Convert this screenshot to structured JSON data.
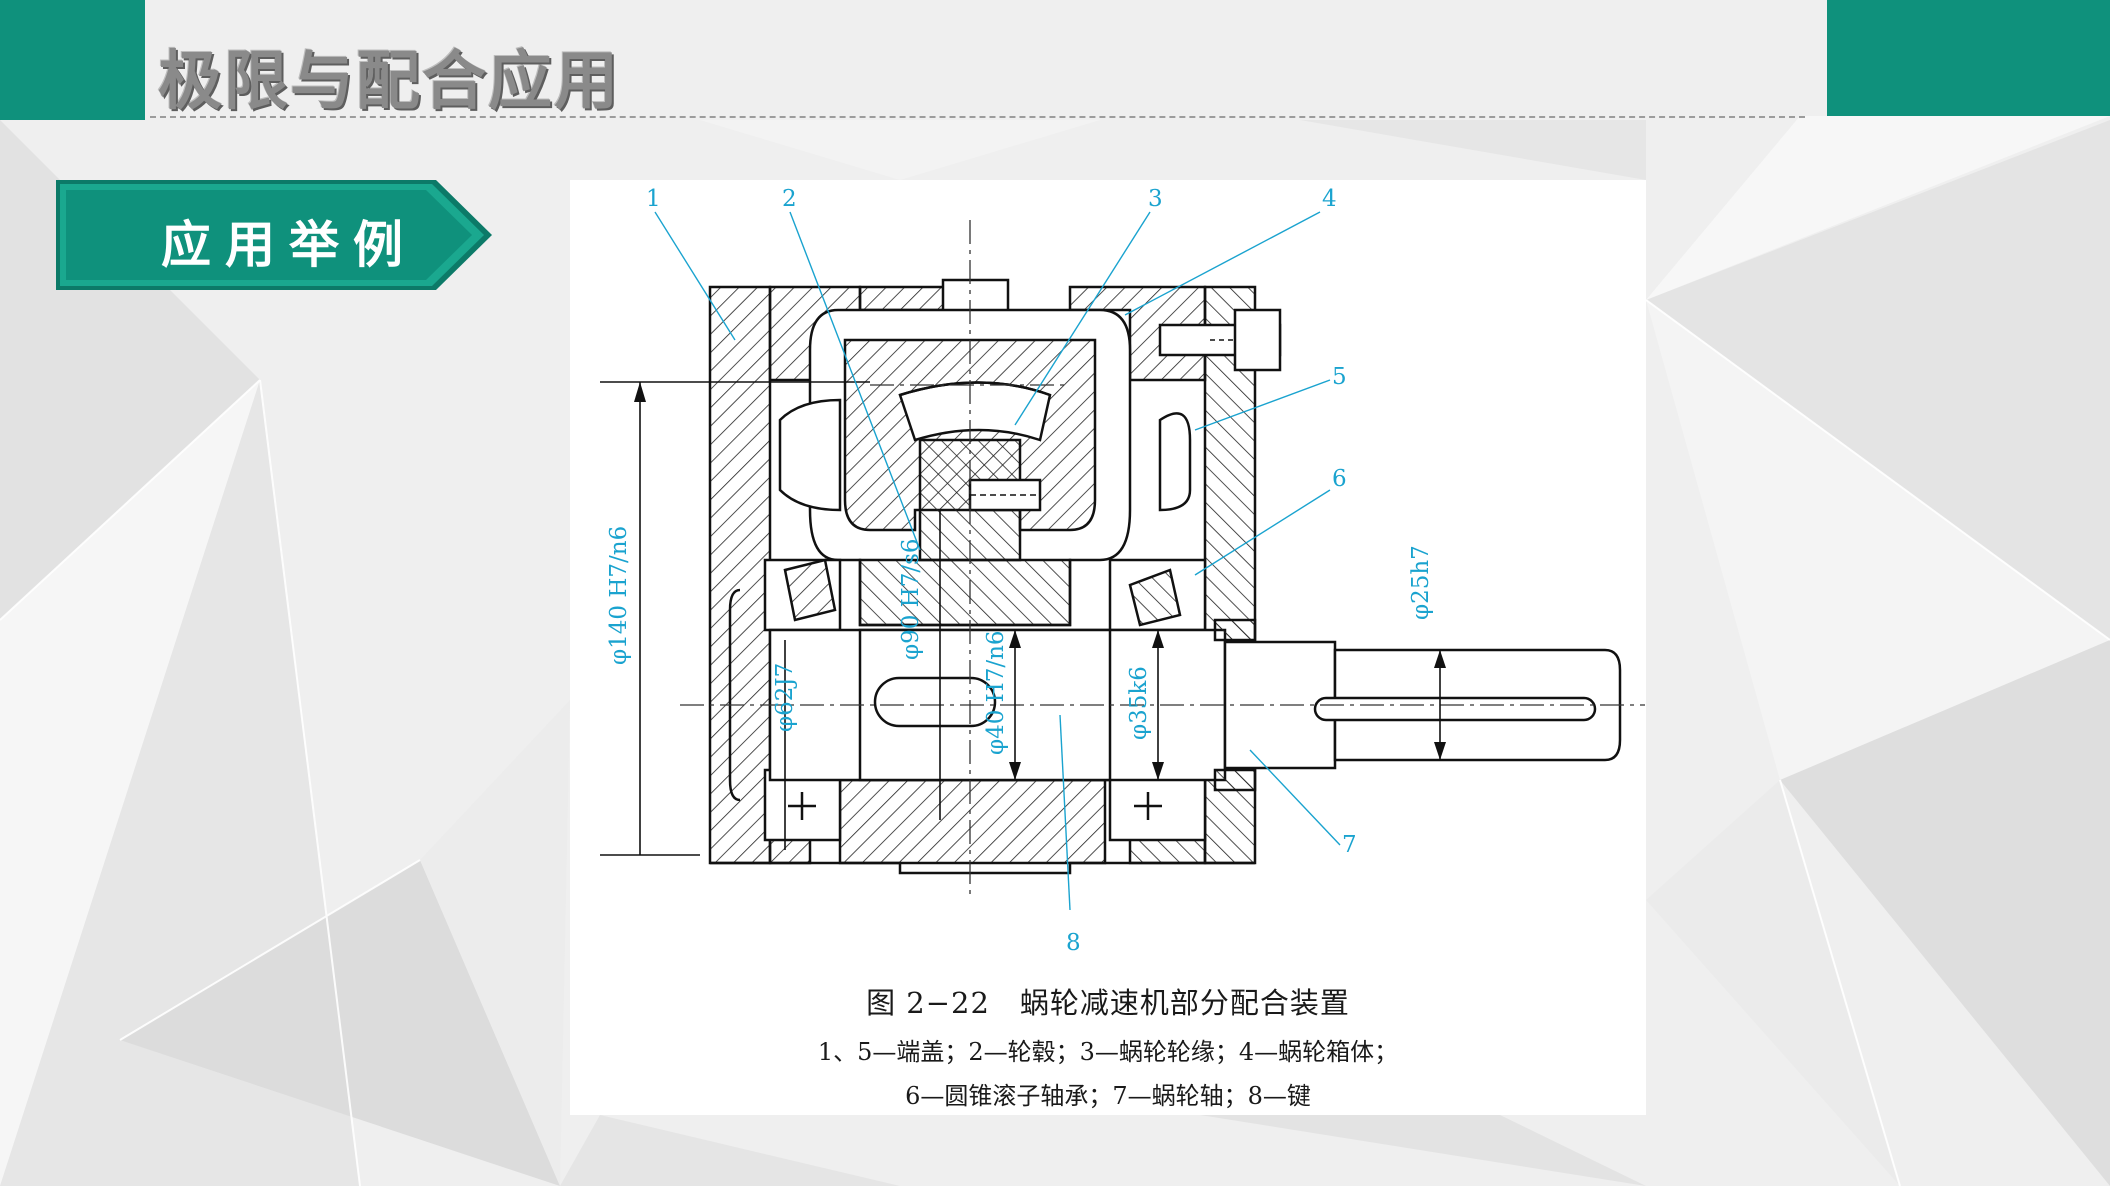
{
  "header": {
    "title": "极限与配合应用"
  },
  "section": {
    "label": "应用举例"
  },
  "figure": {
    "callouts": [
      "1",
      "2",
      "3",
      "4",
      "5",
      "6",
      "7",
      "8"
    ],
    "dimensions": {
      "d140": "φ140 H7/n6",
      "d90": "φ90 H7/s6",
      "d62": "φ62J7",
      "d40": "φ40 H7/n6",
      "d35": "φ35k6",
      "d25": "φ25h7"
    },
    "caption_title": "图 2−22　蜗轮减速机部分配合装置",
    "caption_line1": "1、5—端盖；2—轮毂；3—蜗轮轮缘；4—蜗轮箱体；",
    "caption_line2": "6—圆锥滚子轴承；7—蜗轮轴；8—键"
  },
  "colors": {
    "accent": "#0f917c",
    "callout": "#1aa3cf",
    "title_gray": "#8a8a8a"
  }
}
